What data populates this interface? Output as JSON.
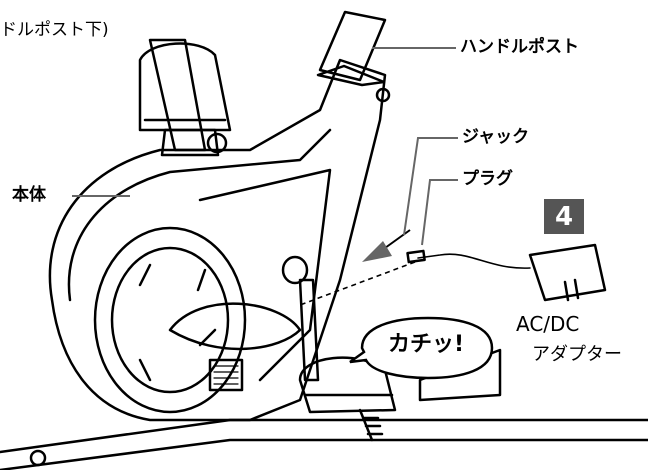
{
  "labels": {
    "top_partial": "ドルポスト下)",
    "handle_post": "ハンドルポスト",
    "jack": "ジャック",
    "plug": "プラグ",
    "body": "本体",
    "step_number": "4",
    "click_sound": "カチッ!",
    "adapter_line1": "AC/DC",
    "adapter_line2": "アダプター"
  },
  "colors": {
    "line": "#000000",
    "badge_bg": "#555555",
    "badge_text": "#ffffff",
    "leader_line": "#666666"
  }
}
